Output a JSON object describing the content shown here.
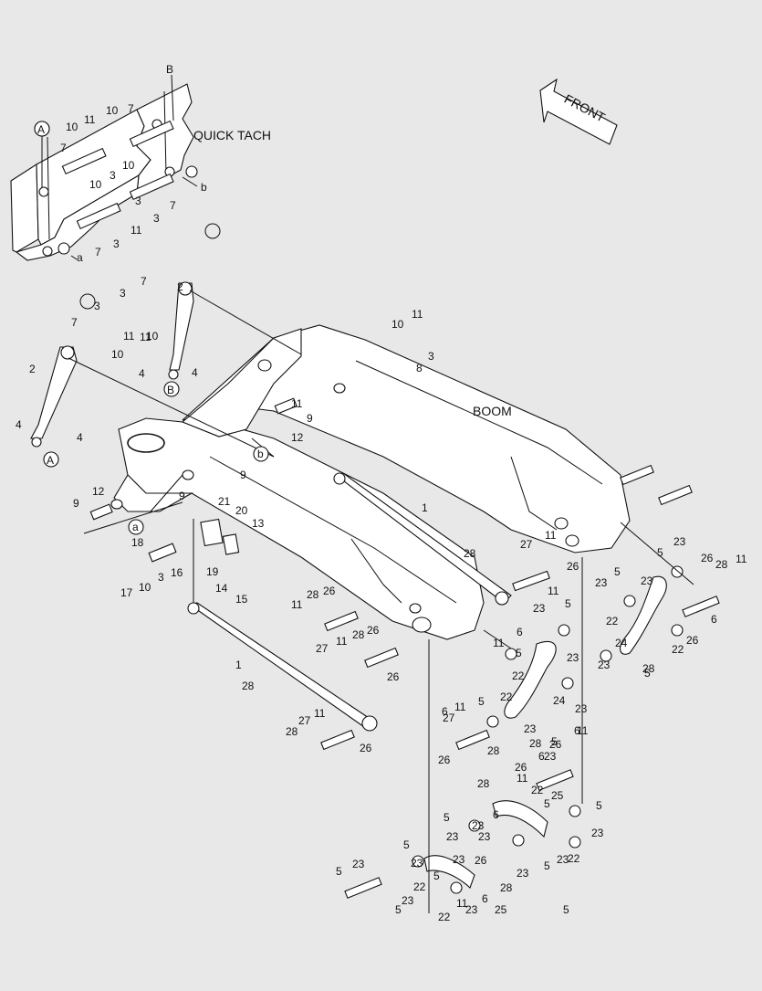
{
  "labels": {
    "front": "FRONT",
    "quick_tach": "QUICK TACH",
    "boom": "BOOM",
    "ref_A": "A",
    "ref_B": "B",
    "ref_a": "a",
    "ref_b": "b"
  },
  "callouts": [
    {
      "t": "B"
    },
    {
      "t": "11"
    },
    {
      "t": "10"
    },
    {
      "t": "7"
    },
    {
      "t": "10"
    },
    {
      "t": "7"
    },
    {
      "t": "3"
    },
    {
      "t": "10"
    },
    {
      "t": "3"
    },
    {
      "t": "10"
    },
    {
      "t": "7"
    },
    {
      "t": "3"
    },
    {
      "t": "11"
    },
    {
      "t": "3"
    },
    {
      "t": "7"
    },
    {
      "t": "a"
    },
    {
      "t": "b"
    },
    {
      "t": "2"
    },
    {
      "t": "7"
    },
    {
      "t": "3"
    },
    {
      "t": "3"
    },
    {
      "t": "11"
    },
    {
      "t": "10"
    },
    {
      "t": "7"
    },
    {
      "t": "11"
    },
    {
      "t": "10"
    },
    {
      "t": "4"
    },
    {
      "t": "4"
    },
    {
      "t": "2"
    },
    {
      "t": "4"
    },
    {
      "t": "4"
    },
    {
      "t": "10"
    },
    {
      "t": "11"
    },
    {
      "t": "3"
    },
    {
      "t": "8"
    },
    {
      "t": "11"
    },
    {
      "t": "9"
    },
    {
      "t": "12"
    },
    {
      "t": "9"
    },
    {
      "t": "12"
    },
    {
      "t": "9"
    },
    {
      "t": "9"
    },
    {
      "t": "21"
    },
    {
      "t": "20"
    },
    {
      "t": "13"
    },
    {
      "t": "19"
    },
    {
      "t": "14"
    },
    {
      "t": "15"
    },
    {
      "t": "18"
    },
    {
      "t": "16"
    },
    {
      "t": "17"
    },
    {
      "t": "10"
    },
    {
      "t": "3"
    },
    {
      "t": "1"
    },
    {
      "t": "1"
    },
    {
      "t": "26"
    },
    {
      "t": "28"
    },
    {
      "t": "11"
    },
    {
      "t": "27"
    },
    {
      "t": "26"
    },
    {
      "t": "28"
    },
    {
      "t": "11"
    },
    {
      "t": "26"
    },
    {
      "t": "28"
    },
    {
      "t": "11"
    },
    {
      "t": "27"
    },
    {
      "t": "26"
    },
    {
      "t": "28"
    },
    {
      "t": "11"
    },
    {
      "t": "27"
    },
    {
      "t": "26"
    },
    {
      "t": "28"
    },
    {
      "t": "11"
    },
    {
      "t": "27"
    },
    {
      "t": "26"
    },
    {
      "t": "28"
    },
    {
      "t": "11"
    },
    {
      "t": "6"
    },
    {
      "t": "26"
    },
    {
      "t": "28"
    },
    {
      "t": "11"
    },
    {
      "t": "6"
    },
    {
      "t": "26"
    },
    {
      "t": "28"
    },
    {
      "t": "11"
    },
    {
      "t": "6"
    },
    {
      "t": "5"
    },
    {
      "t": "23"
    },
    {
      "t": "23"
    },
    {
      "t": "5"
    },
    {
      "t": "23"
    },
    {
      "t": "22"
    },
    {
      "t": "24"
    },
    {
      "t": "23"
    },
    {
      "t": "5"
    },
    {
      "t": "22"
    },
    {
      "t": "26"
    },
    {
      "t": "28"
    },
    {
      "t": "11"
    },
    {
      "t": "6"
    },
    {
      "t": "5"
    },
    {
      "t": "23"
    },
    {
      "t": "23"
    },
    {
      "t": "5"
    },
    {
      "t": "22"
    },
    {
      "t": "24"
    },
    {
      "t": "23"
    },
    {
      "t": "23"
    },
    {
      "t": "5"
    },
    {
      "t": "22"
    },
    {
      "t": "23"
    },
    {
      "t": "5"
    },
    {
      "t": "6"
    },
    {
      "t": "26"
    },
    {
      "t": "28"
    },
    {
      "t": "11"
    },
    {
      "t": "22"
    },
    {
      "t": "5"
    },
    {
      "t": "23"
    },
    {
      "t": "6"
    },
    {
      "t": "25"
    },
    {
      "t": "5"
    },
    {
      "t": "23"
    },
    {
      "t": "23"
    },
    {
      "t": "5"
    },
    {
      "t": "23"
    },
    {
      "t": "5"
    },
    {
      "t": "22"
    },
    {
      "t": "23"
    },
    {
      "t": "5"
    },
    {
      "t": "23"
    },
    {
      "t": "22"
    },
    {
      "t": "25"
    },
    {
      "t": "5"
    },
    {
      "t": "23"
    },
    {
      "t": "23"
    },
    {
      "t": "5"
    },
    {
      "t": "23"
    },
    {
      "t": "5"
    },
    {
      "t": "22"
    },
    {
      "t": "23"
    },
    {
      "t": "26"
    },
    {
      "t": "28"
    },
    {
      "t": "11"
    },
    {
      "t": "6"
    },
    {
      "t": "23"
    },
    {
      "t": "5"
    }
  ]
}
